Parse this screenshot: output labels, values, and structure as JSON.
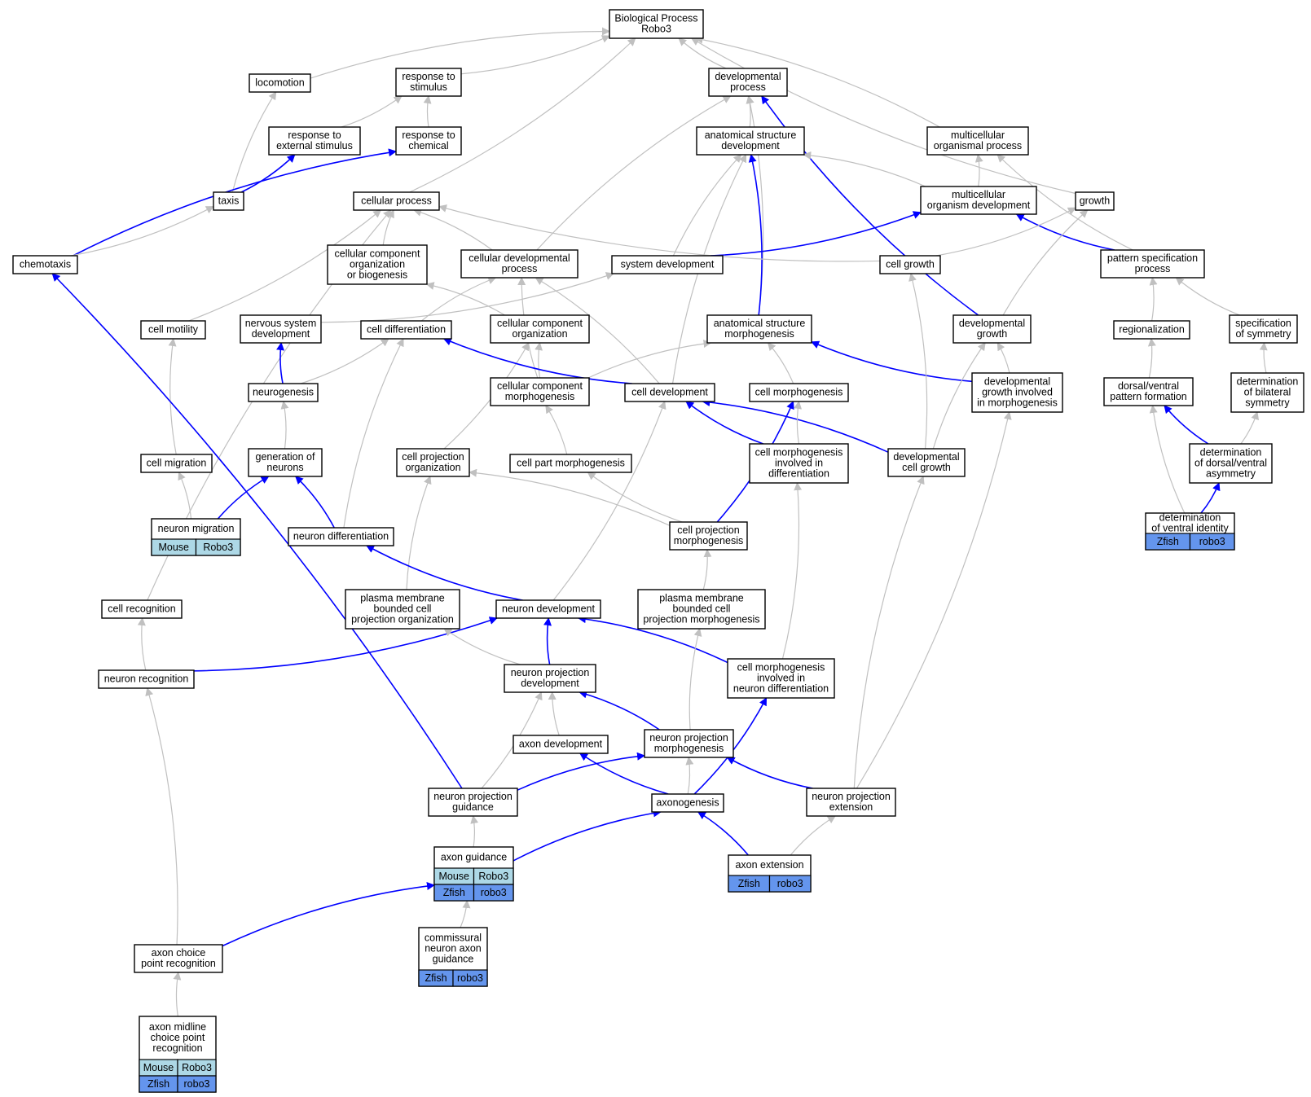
{
  "diagram": {
    "type": "gene-ontology-graph",
    "colors": {
      "edge_default": "#c0c0c0",
      "edge_highlight": "#0000ff",
      "species_mouse": "#add8e6",
      "species_zfish": "#6495ed"
    },
    "nodes": [
      {
        "id": "bp",
        "lines": [
          "Biological Process",
          "Robo3"
        ]
      },
      {
        "id": "loco",
        "lines": [
          "locomotion"
        ]
      },
      {
        "id": "rts",
        "lines": [
          "response to",
          "stimulus"
        ]
      },
      {
        "id": "devproc",
        "lines": [
          "developmental",
          "process"
        ]
      },
      {
        "id": "rtes",
        "lines": [
          "response to",
          "external stimulus"
        ]
      },
      {
        "id": "rtc",
        "lines": [
          "response to",
          "chemical"
        ]
      },
      {
        "id": "asd",
        "lines": [
          "anatomical structure",
          "development"
        ]
      },
      {
        "id": "mop",
        "lines": [
          "multicellular",
          "organismal process"
        ]
      },
      {
        "id": "taxis",
        "lines": [
          "taxis"
        ]
      },
      {
        "id": "cellproc",
        "lines": [
          "cellular process"
        ]
      },
      {
        "id": "mod",
        "lines": [
          "multicellular",
          "organism development"
        ]
      },
      {
        "id": "growth",
        "lines": [
          "growth"
        ]
      },
      {
        "id": "chemotaxis",
        "lines": [
          "chemotaxis"
        ]
      },
      {
        "id": "ccob",
        "lines": [
          "cellular component",
          "organization",
          "or biogenesis"
        ]
      },
      {
        "id": "cdp",
        "lines": [
          "cellular developmental",
          "process"
        ]
      },
      {
        "id": "sysdev",
        "lines": [
          "system development"
        ]
      },
      {
        "id": "cellgrowth",
        "lines": [
          "cell growth"
        ]
      },
      {
        "id": "psp",
        "lines": [
          "pattern specification",
          "process"
        ]
      },
      {
        "id": "motility",
        "lines": [
          "cell motility"
        ]
      },
      {
        "id": "nsd",
        "lines": [
          "nervous system",
          "development"
        ]
      },
      {
        "id": "celldiff",
        "lines": [
          "cell differentiation"
        ]
      },
      {
        "id": "cco",
        "lines": [
          "cellular component",
          "organization"
        ]
      },
      {
        "id": "asm",
        "lines": [
          "anatomical structure",
          "morphogenesis"
        ]
      },
      {
        "id": "devgrowth",
        "lines": [
          "developmental",
          "growth"
        ]
      },
      {
        "id": "region",
        "lines": [
          "regionalization"
        ]
      },
      {
        "id": "specsym",
        "lines": [
          "specification",
          "of symmetry"
        ]
      },
      {
        "id": "neurogenesis",
        "lines": [
          "neurogenesis"
        ]
      },
      {
        "id": "ccm",
        "lines": [
          "cellular component",
          "morphogenesis"
        ]
      },
      {
        "id": "celldev",
        "lines": [
          "cell development"
        ]
      },
      {
        "id": "cellmorph",
        "lines": [
          "cell morphogenesis"
        ]
      },
      {
        "id": "dgim",
        "lines": [
          "developmental",
          "growth involved",
          "in morphogenesis"
        ]
      },
      {
        "id": "dvpf",
        "lines": [
          "dorsal/ventral",
          "pattern formation"
        ]
      },
      {
        "id": "dbs",
        "lines": [
          "determination",
          "of bilateral",
          "symmetry"
        ]
      },
      {
        "id": "migration",
        "lines": [
          "cell migration"
        ]
      },
      {
        "id": "genneur",
        "lines": [
          "generation of",
          "neurons"
        ]
      },
      {
        "id": "cpo",
        "lines": [
          "cell projection",
          "organization"
        ]
      },
      {
        "id": "cpm_part",
        "lines": [
          "cell part morphogenesis"
        ]
      },
      {
        "id": "cmid",
        "lines": [
          "cell morphogenesis",
          "involved in",
          "differentiation"
        ]
      },
      {
        "id": "dcg",
        "lines": [
          "developmental",
          "cell growth"
        ]
      },
      {
        "id": "ddva",
        "lines": [
          "determination",
          "of dorsal/ventral",
          "asymmetry"
        ]
      },
      {
        "id": "neurmig",
        "lines": [
          "neuron migration"
        ],
        "species": [
          [
            "Mouse",
            "Robo3"
          ]
        ]
      },
      {
        "id": "neurdiff",
        "lines": [
          "neuron differentiation"
        ]
      },
      {
        "id": "cprojm",
        "lines": [
          "cell projection",
          "morphogenesis"
        ]
      },
      {
        "id": "dvi",
        "lines": [
          "determination",
          "of ventral identity"
        ],
        "species": [
          [
            "Zfish",
            "robo3"
          ]
        ]
      },
      {
        "id": "cellrec",
        "lines": [
          "cell recognition"
        ]
      },
      {
        "id": "pmbcpo",
        "lines": [
          "plasma membrane",
          "bounded cell",
          "projection organization"
        ]
      },
      {
        "id": "neurdev",
        "lines": [
          "neuron development"
        ]
      },
      {
        "id": "pmbcpm",
        "lines": [
          "plasma membrane",
          "bounded cell",
          "projection morphogenesis"
        ]
      },
      {
        "id": "neurrec",
        "lines": [
          "neuron recognition"
        ]
      },
      {
        "id": "npd",
        "lines": [
          "neuron projection",
          "development"
        ]
      },
      {
        "id": "cmind",
        "lines": [
          "cell morphogenesis",
          "involved in",
          "neuron differentiation"
        ]
      },
      {
        "id": "axondev",
        "lines": [
          "axon development"
        ]
      },
      {
        "id": "npm",
        "lines": [
          "neuron projection",
          "morphogenesis"
        ]
      },
      {
        "id": "npg",
        "lines": [
          "neuron projection",
          "guidance"
        ]
      },
      {
        "id": "axonogenesis",
        "lines": [
          "axonogenesis"
        ]
      },
      {
        "id": "npe",
        "lines": [
          "neuron projection",
          "extension"
        ]
      },
      {
        "id": "axonguid",
        "lines": [
          "axon guidance"
        ],
        "species": [
          [
            "Mouse",
            "Robo3"
          ],
          [
            "Zfish",
            "robo3"
          ]
        ]
      },
      {
        "id": "axonext",
        "lines": [
          "axon extension"
        ],
        "species": [
          [
            "Zfish",
            "robo3"
          ]
        ]
      },
      {
        "id": "cnag",
        "lines": [
          "commissural",
          "neuron axon",
          "guidance"
        ],
        "species": [
          [
            "Zfish",
            "robo3"
          ]
        ]
      },
      {
        "id": "acpr",
        "lines": [
          "axon choice",
          "point recognition"
        ]
      },
      {
        "id": "amcpr",
        "lines": [
          "axon midline",
          "choice point",
          "recognition"
        ],
        "species": [
          [
            "Mouse",
            "Robo3"
          ],
          [
            "Zfish",
            "robo3"
          ]
        ]
      }
    ]
  }
}
